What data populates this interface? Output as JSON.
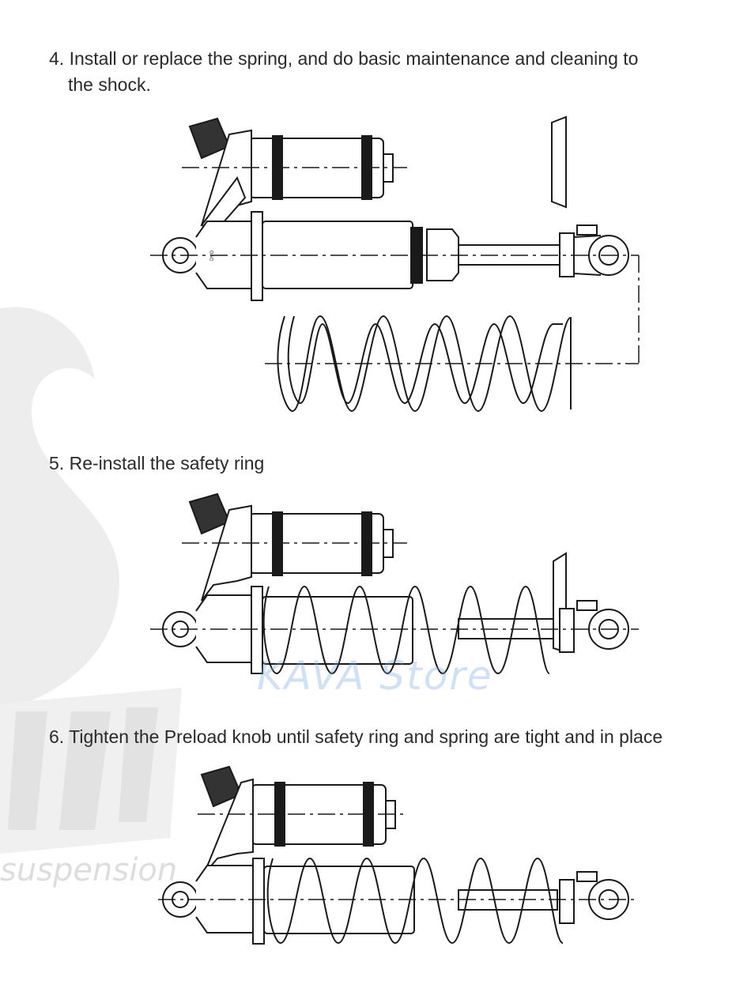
{
  "steps": [
    {
      "number": "4.",
      "text_line1": "Install or replace the spring, and do basic maintenance and cleaning to",
      "text_line2": "the shock."
    },
    {
      "number": "5.",
      "text": "Re-install the safety ring"
    },
    {
      "number": "6.",
      "text": "Tighten the Preload knob until safety ring and spring are tight and in place"
    }
  ],
  "watermarks": {
    "store": "KAVA Store",
    "brand": "suspension"
  },
  "colors": {
    "line": "#1a1a1a",
    "watermark_blue": "#78aae6",
    "watermark_gray": "#b4b4b4"
  }
}
